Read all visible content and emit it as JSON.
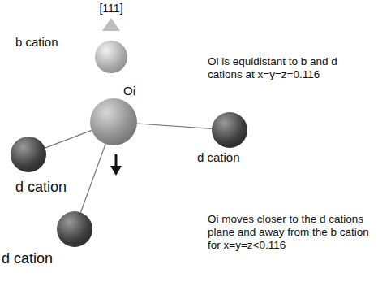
{
  "diagram": {
    "nodes": [
      {
        "text": [
          "b cation"
        ]
      },
      {
        "text": [
          "Oi"
        ]
      },
      {
        "text": [
          "d cation"
        ]
      },
      {
        "text": [
          "d cation"
        ]
      },
      {
        "text": [
          "d cation"
        ]
      }
    ],
    "edges": [
      {
        "from": 1,
        "to": 2,
        "arrow": "none"
      },
      {
        "from": 1,
        "to": 3,
        "arrow": "none"
      },
      {
        "from": 1,
        "to": 4,
        "arrow": "none"
      }
    ],
    "labels": [
      "[111]",
      "Oi is equidistant to b and d cations at x=y=z=0.116",
      "Oi moves closer to the d cations plane and away from the b cation for x=y=z<0.116"
    ]
  }
}
